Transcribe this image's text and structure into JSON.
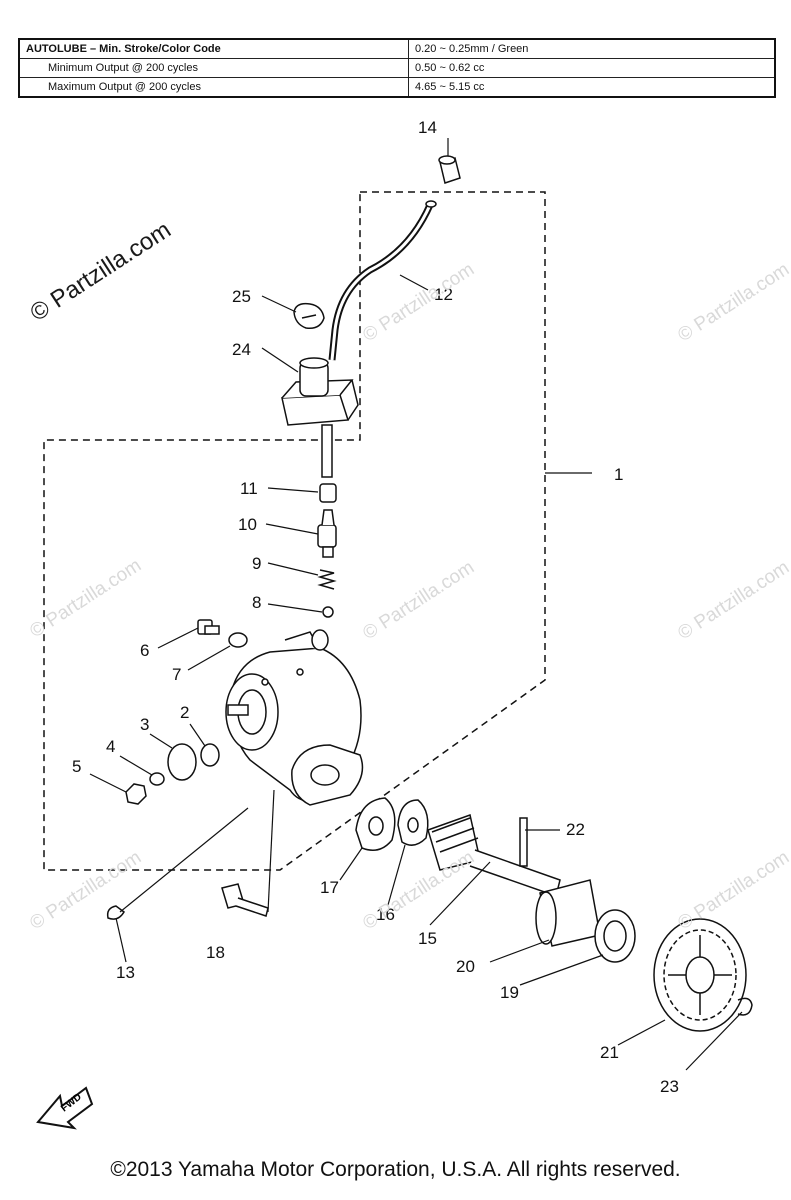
{
  "spec_table": {
    "rows": [
      {
        "label": "AUTOLUBE – Min. Stroke/Color Code",
        "value": "0.20 ~ 0.25mm / Green"
      },
      {
        "label": "Minimum Output @ 200 cycles",
        "value": "0.50 ~ 0.62 cc"
      },
      {
        "label": "Maximum Output @ 200 cycles",
        "value": "4.65 ~ 5.15 cc"
      }
    ]
  },
  "watermark": {
    "main": "© Partzilla.com",
    "faint": "© Partzilla.com"
  },
  "callouts": [
    "14",
    "12",
    "25",
    "24",
    "1",
    "11",
    "10",
    "9",
    "8",
    "6",
    "7",
    "2",
    "3",
    "4",
    "5",
    "17",
    "16",
    "15",
    "22",
    "20",
    "19",
    "13",
    "18",
    "21",
    "23"
  ],
  "fwd_label": "FWD",
  "footer": "©2013  Yamaha Motor Corporation, U.S.A. All rights reserved."
}
